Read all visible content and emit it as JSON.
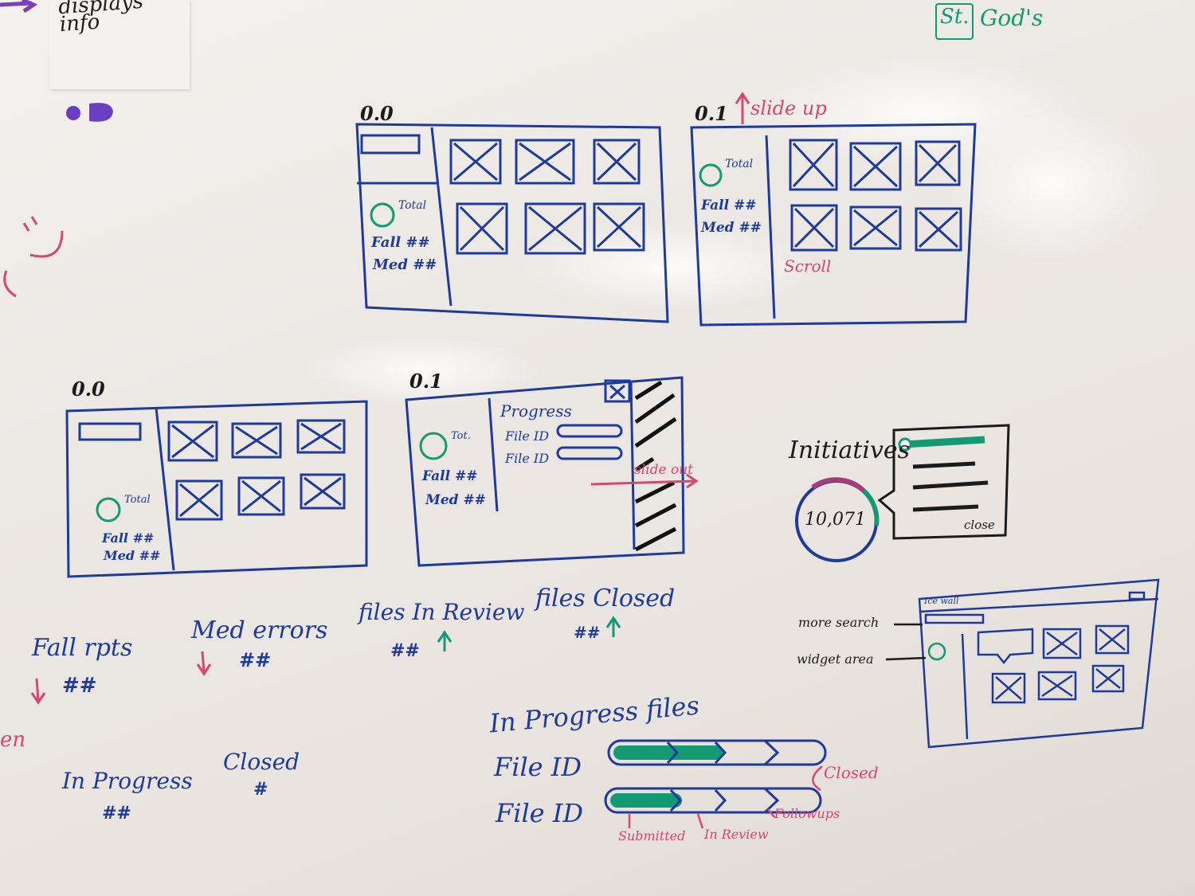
{
  "sticky_note": {
    "text": "displays info"
  },
  "tag": {
    "st": "St.",
    "gods": "God's"
  },
  "sketches": {
    "top_left": {
      "label": "0.0",
      "sidebar": [
        "Total",
        "Fall ##",
        "Med ##"
      ]
    },
    "top_right": {
      "label": "0.1",
      "annotation": "slide up",
      "scroll_note": "Scroll",
      "sidebar": [
        "Total",
        "Fall ##",
        "Med ##"
      ]
    },
    "bottom_left": {
      "label": "0.0",
      "sidebar": [
        "Total",
        "Fall ##",
        "Med ##"
      ]
    },
    "bottom_middle": {
      "label": "0.1",
      "progress_title": "Progress",
      "rows": [
        "File ID",
        "File ID"
      ],
      "slide_note": "slide out",
      "sidebar": [
        "Tot.",
        "Fall ##",
        "Med ##"
      ]
    }
  },
  "initiatives": {
    "title": "Initiatives",
    "count": "10,071",
    "close": "close"
  },
  "small_mockup": {
    "search_label": "more search",
    "widget_label": "widget area",
    "header": "Ice wall"
  },
  "metrics": {
    "fall": {
      "label": "Fall rpts",
      "value": "##"
    },
    "med": {
      "label": "Med errors",
      "value": "##"
    },
    "review": {
      "label": "files In Review",
      "value": "##"
    },
    "closed_files": {
      "label": "files Closed",
      "value": "##"
    },
    "in_progress": {
      "label": "In Progress",
      "value": "##"
    },
    "closed": {
      "label": "Closed",
      "value": "#"
    }
  },
  "in_progress_files": {
    "title": "In Progress files",
    "rows": [
      "File ID",
      "File ID"
    ],
    "stage_labels": {
      "submitted": "Submitted",
      "in_review": "In Review",
      "followups": "Followups",
      "closed": "Closed"
    }
  },
  "edge_text": "en",
  "colors": {
    "blue": "#1f3a9a",
    "pink": "#d9466f",
    "green": "#139a72",
    "purple": "#7b3fb8"
  }
}
